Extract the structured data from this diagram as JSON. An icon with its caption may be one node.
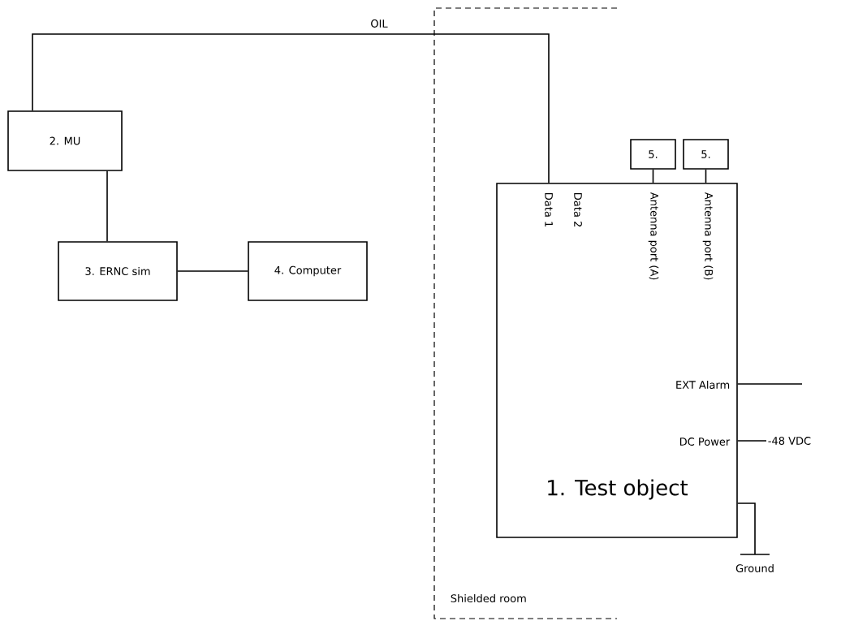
{
  "diagram": {
    "nodes": [
      {
        "text": [
          "Shielded room"
        ]
      },
      {
        "text": [
          "1. Test object",
          "Data 1",
          "Data 2",
          "Antenna port (A)",
          "Antenna port (B)",
          "EXT Alarm",
          "DC Power"
        ]
      },
      {
        "text": [
          "2. MU"
        ]
      },
      {
        "text": [
          "3. ERNC sim"
        ]
      },
      {
        "text": [
          "4. Computer"
        ]
      },
      {
        "text": [
          "5."
        ]
      },
      {
        "text": [
          "5."
        ]
      },
      {
        "text": [
          "Ground"
        ]
      },
      {
        "text": [
          "-48 VDC"
        ]
      }
    ],
    "edges": [
      {
        "from": 2,
        "to": 1,
        "arrow": "none",
        "label": "OIL"
      },
      {
        "from": 2,
        "to": 3,
        "arrow": "none"
      },
      {
        "from": 3,
        "to": 4,
        "arrow": "none"
      },
      {
        "from": 5,
        "to": 1,
        "arrow": "none"
      },
      {
        "from": 6,
        "to": 1,
        "arrow": "none"
      },
      {
        "from": 1,
        "to": null,
        "arrow": "none"
      },
      {
        "from": 1,
        "to": 8,
        "arrow": "none"
      },
      {
        "from": 1,
        "to": 7,
        "arrow": "none"
      }
    ]
  }
}
